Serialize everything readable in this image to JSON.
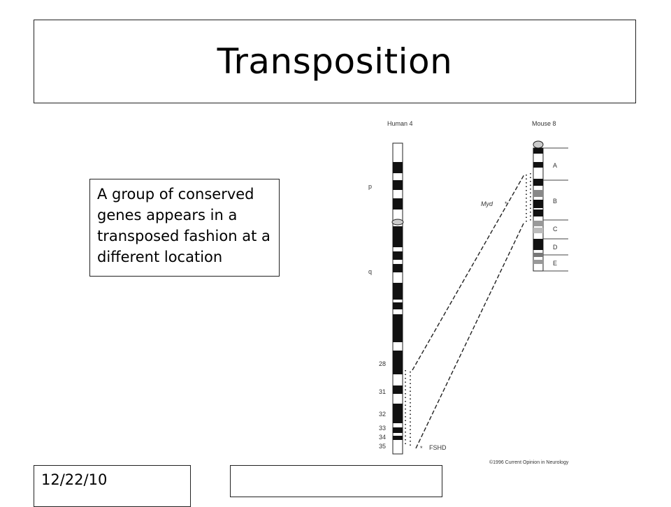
{
  "slide": {
    "title": "Transposition",
    "caption": "A group of conserved genes appears in a transposed fashion at a different location",
    "date": "12/22/10",
    "footer_center": ""
  },
  "figure": {
    "human_label": "Human 4",
    "mouse_label": "Mouse 8",
    "arm_p": "p",
    "arm_q": "q",
    "human_bands": [
      "28",
      "31",
      "32",
      "33",
      "34",
      "35"
    ],
    "mouse_bands": [
      "A",
      "B",
      "C",
      "D",
      "E"
    ],
    "gene_myd": "Myd",
    "gene_fshd": "FSHD",
    "copyright": "©1996 Current Opinion in Neurology"
  }
}
